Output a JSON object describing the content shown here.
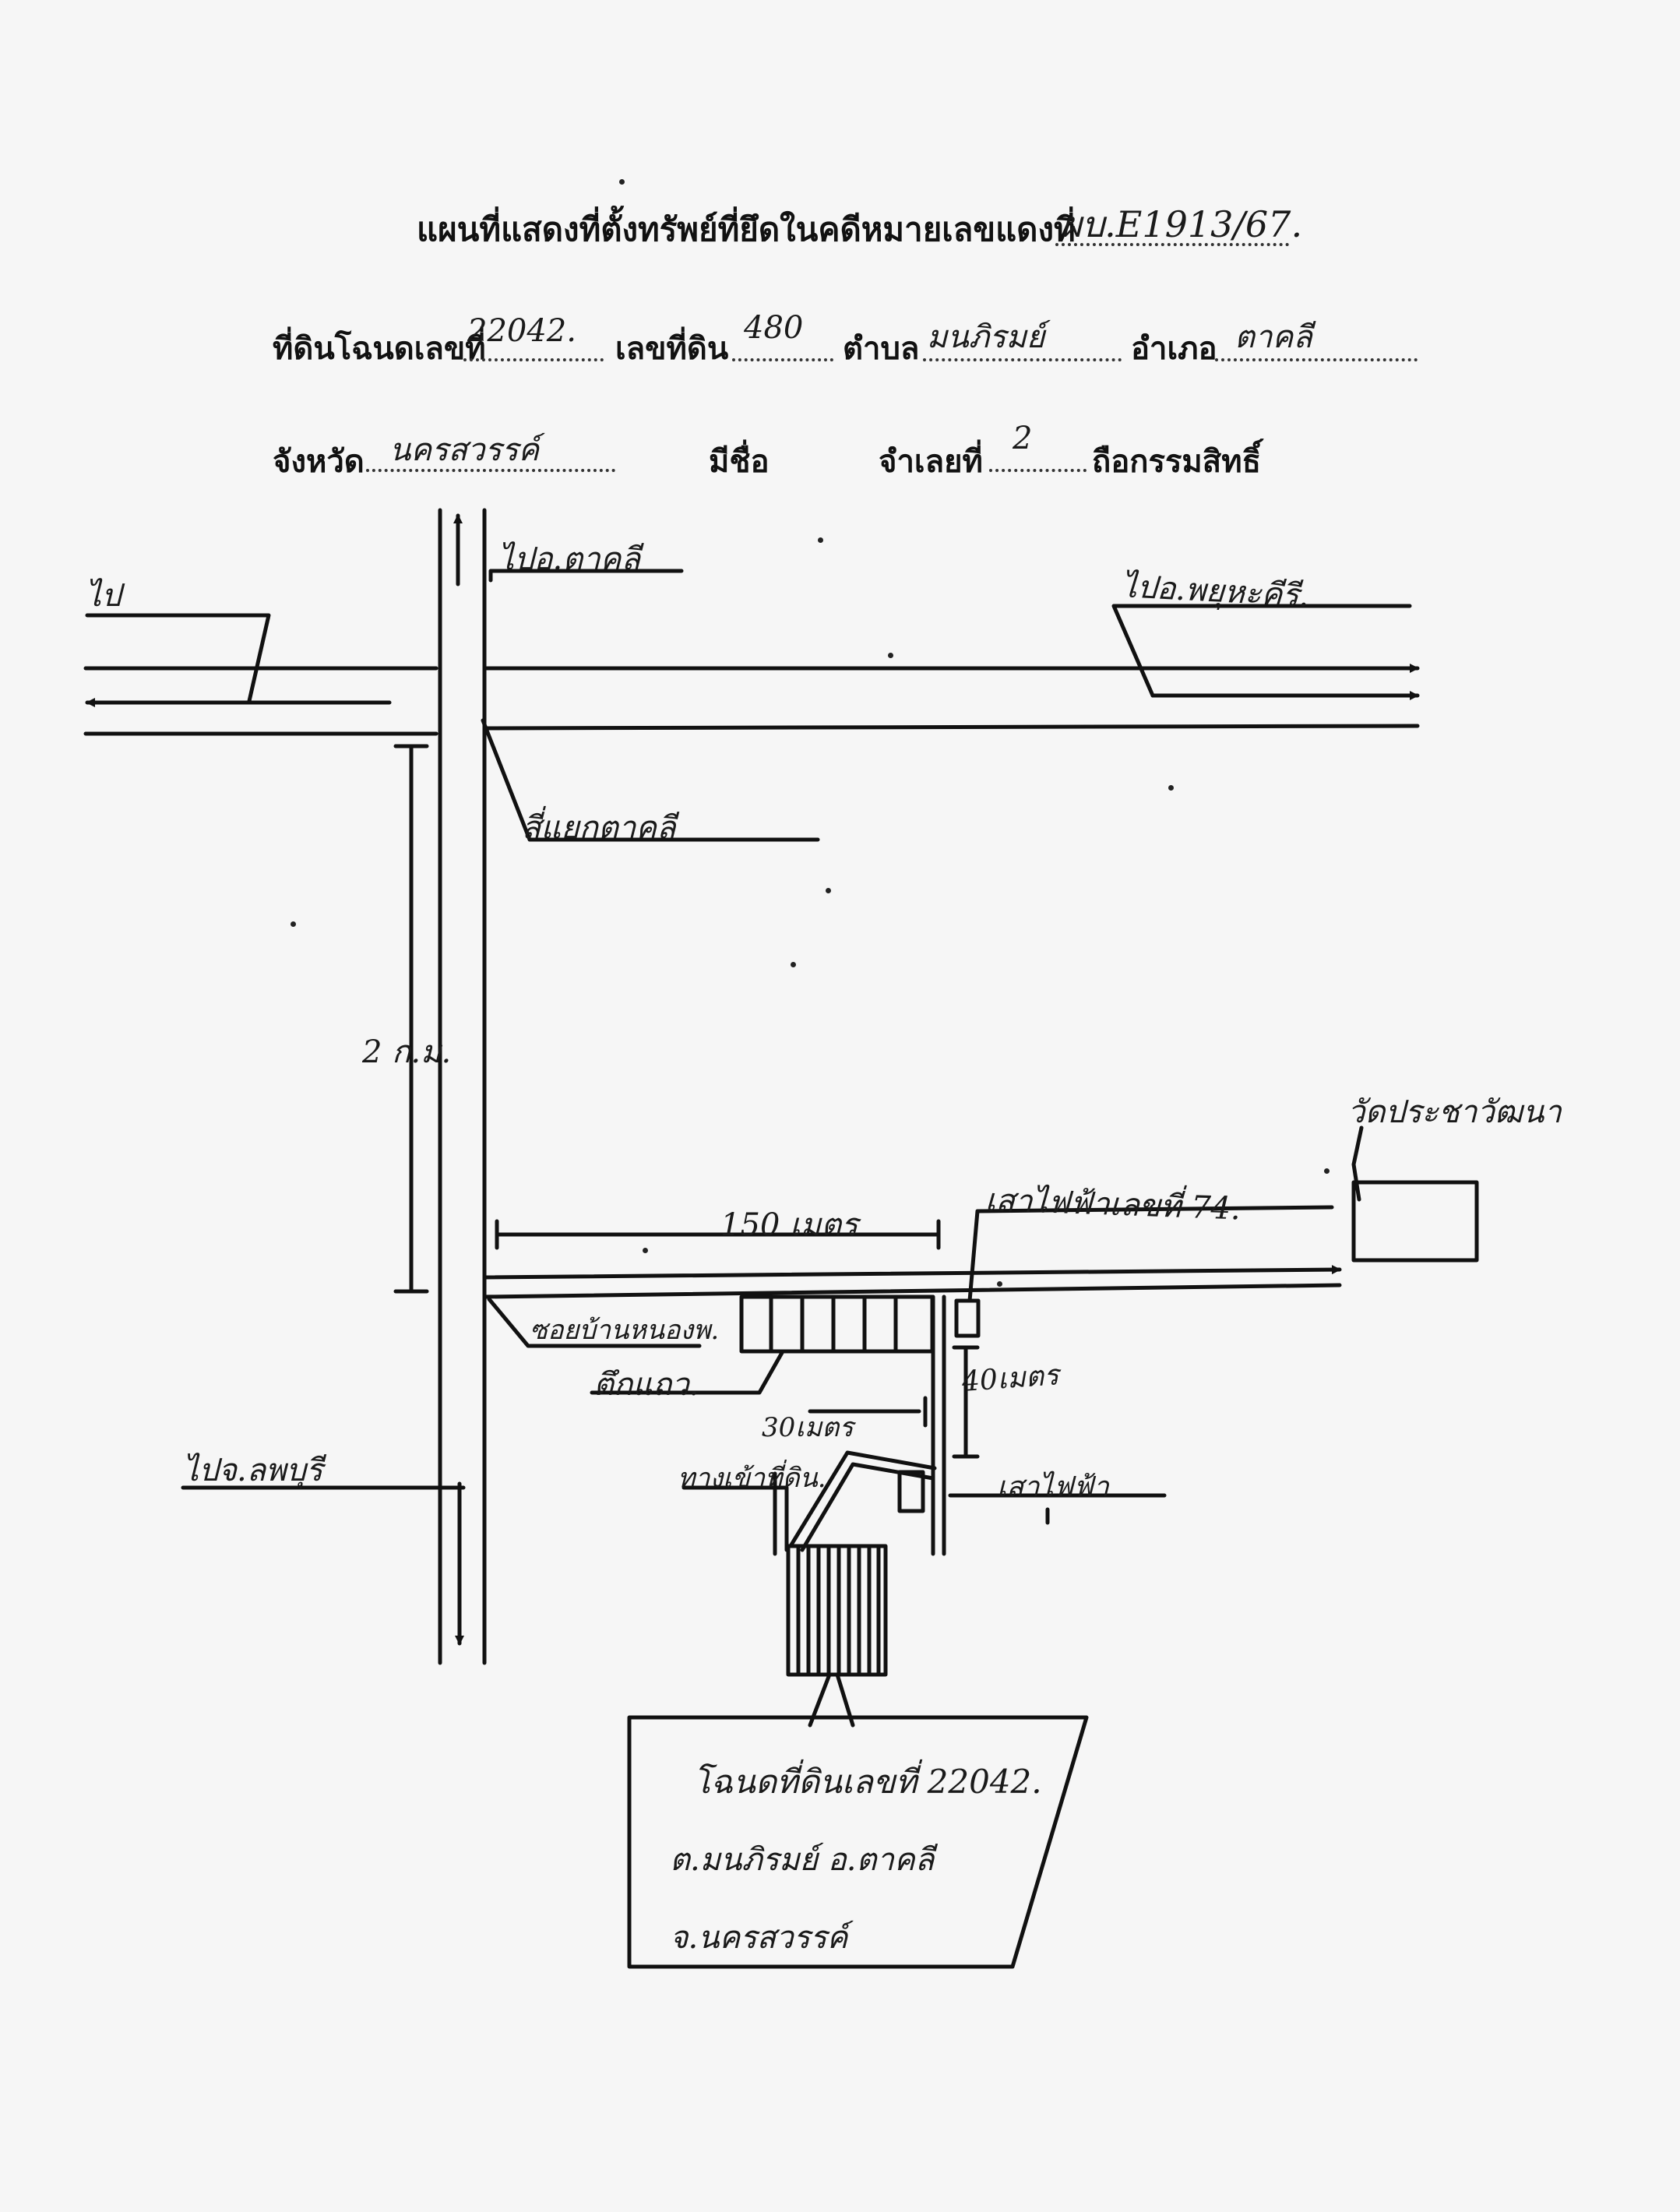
{
  "header": {
    "title": "แผนที่แสดงที่ตั้งทรัพย์ที่ยึดในคดีหมายเลขแดงที่",
    "case_number": "ผบ.E1913/67.",
    "deed_label": "ที่ดินโฉนดเลขที่",
    "deed_number": "22042.",
    "land_no_label": "เลขที่ดิน",
    "land_no": "480",
    "subdistrict_label": "ตำบล",
    "subdistrict": "มนภิรมย์",
    "district_label": "อำเภอ",
    "district": "ตาคลี",
    "province_label": "จังหวัด",
    "province": "นครสวรรค์",
    "name_label": "มีชื่อ",
    "defendant_label": "จำเลยที่",
    "defendant_no": "2",
    "ownership_label": "ถือกรรมสิทธิ์"
  },
  "map_labels": {
    "to_takhli": "ไปอ.ตาคลี",
    "to_left": "ไป",
    "to_phayuha": "ไปอ.พยุหะคีรี.",
    "intersection": "สี่แยกตาคลี",
    "road_name": "2 ก.ม.",
    "distance_150": "150 เมตร",
    "pole_74": "เสาไฟฟ้าเลขที่ 74.",
    "temple": "วัดประชาวัฒนา",
    "soi": "ซอยบ้านหนองพ.",
    "row_houses": "ตึกแถว.",
    "distance_40": "40เมตร",
    "distance_30": "30เมตร",
    "entrance": "ทางเข้าที่ดิน.",
    "pole_small": "เสาไฟฟ้า",
    "to_lopburi": "ไปจ.ลพบุรี"
  },
  "property_box": {
    "line1": "โฉนดที่ดินเลขที่ 22042.",
    "line2": "ต.มนภิรมย์ อ.ตาคลี",
    "line3": "จ.นครสวรรค์"
  },
  "colors": {
    "ink": "#111111",
    "paper": "#f6f6f6"
  }
}
